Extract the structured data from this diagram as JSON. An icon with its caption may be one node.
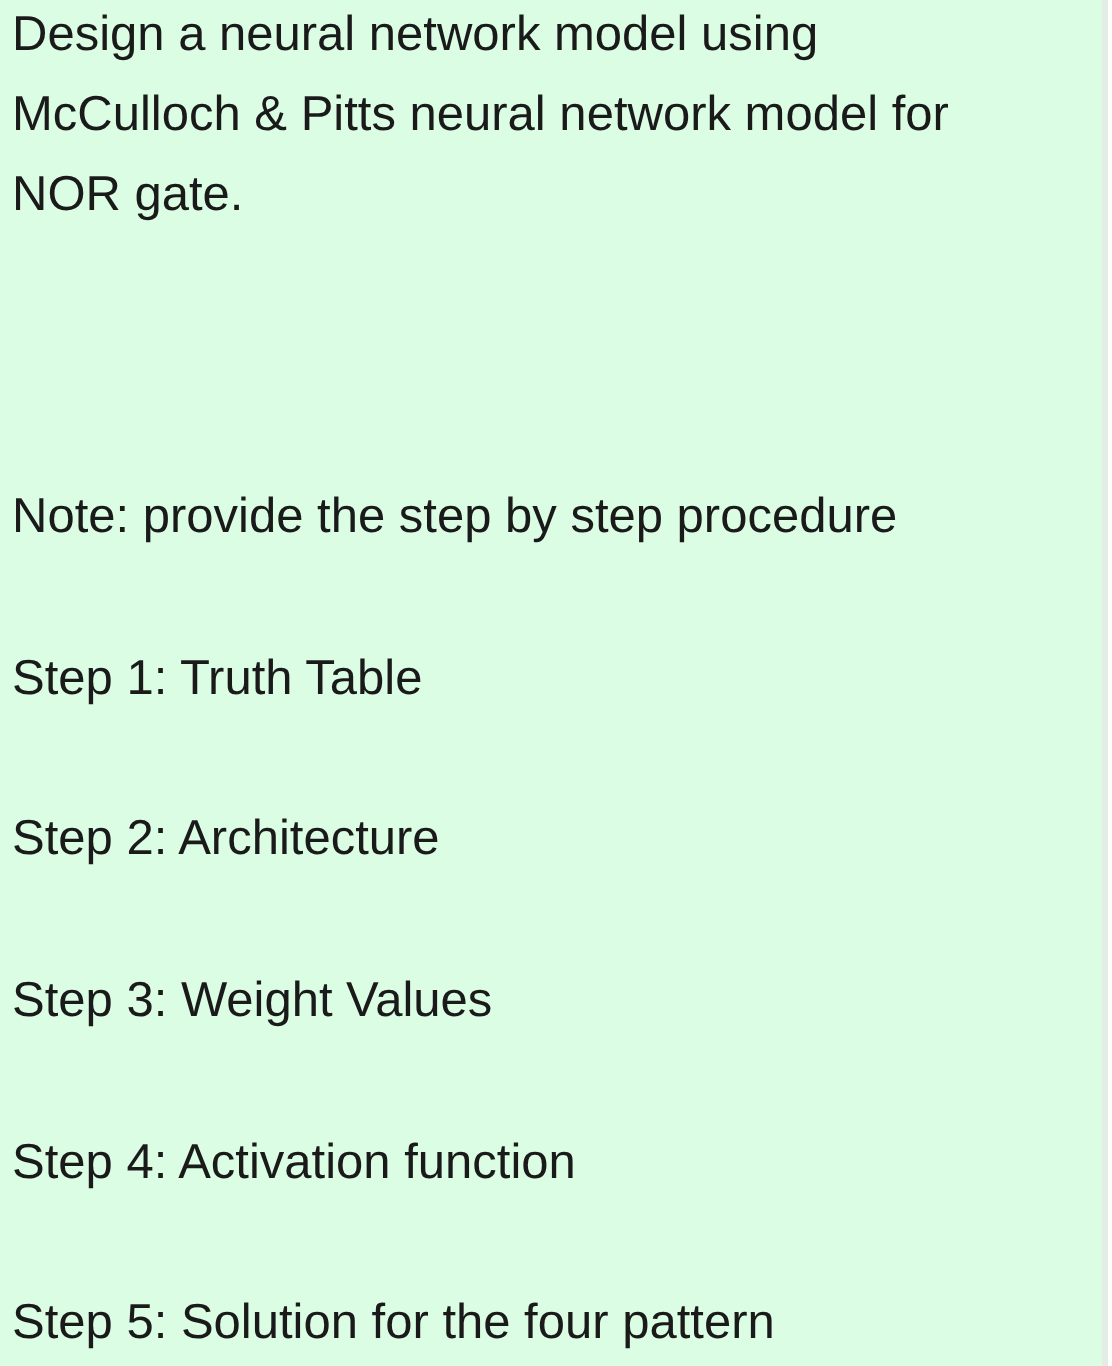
{
  "diagram": {
    "title": "Design a neural network model using McCulloch & Pitts neural network model for NOR gate.",
    "labels": [
      "Note: provide the step by step procedure",
      "Step 1: Truth Table",
      "Step 2: Architecture",
      "Step 3: Weight Values",
      "Step 4: Activation function",
      "Step 5: Solution for the four pattern"
    ]
  }
}
